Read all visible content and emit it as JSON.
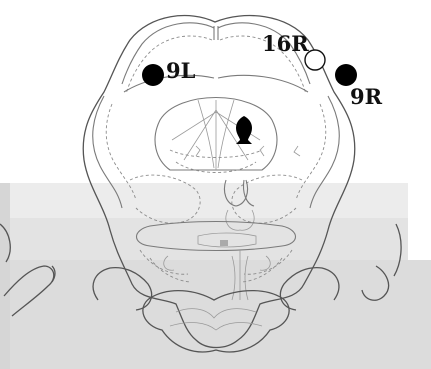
{
  "figure": {
    "markers": [
      {
        "id": "9L",
        "label": "9L",
        "style": "filled"
      },
      {
        "id": "9R",
        "label": "9R",
        "style": "filled"
      },
      {
        "id": "16R",
        "label": "16R",
        "style": "open"
      }
    ],
    "colors": {
      "marker_fill": "#000000",
      "outline": "#7a7a7a",
      "band_light": "#ededed",
      "band_mid": "#e2e2e2",
      "band_dark": "#d9d9d9"
    }
  }
}
